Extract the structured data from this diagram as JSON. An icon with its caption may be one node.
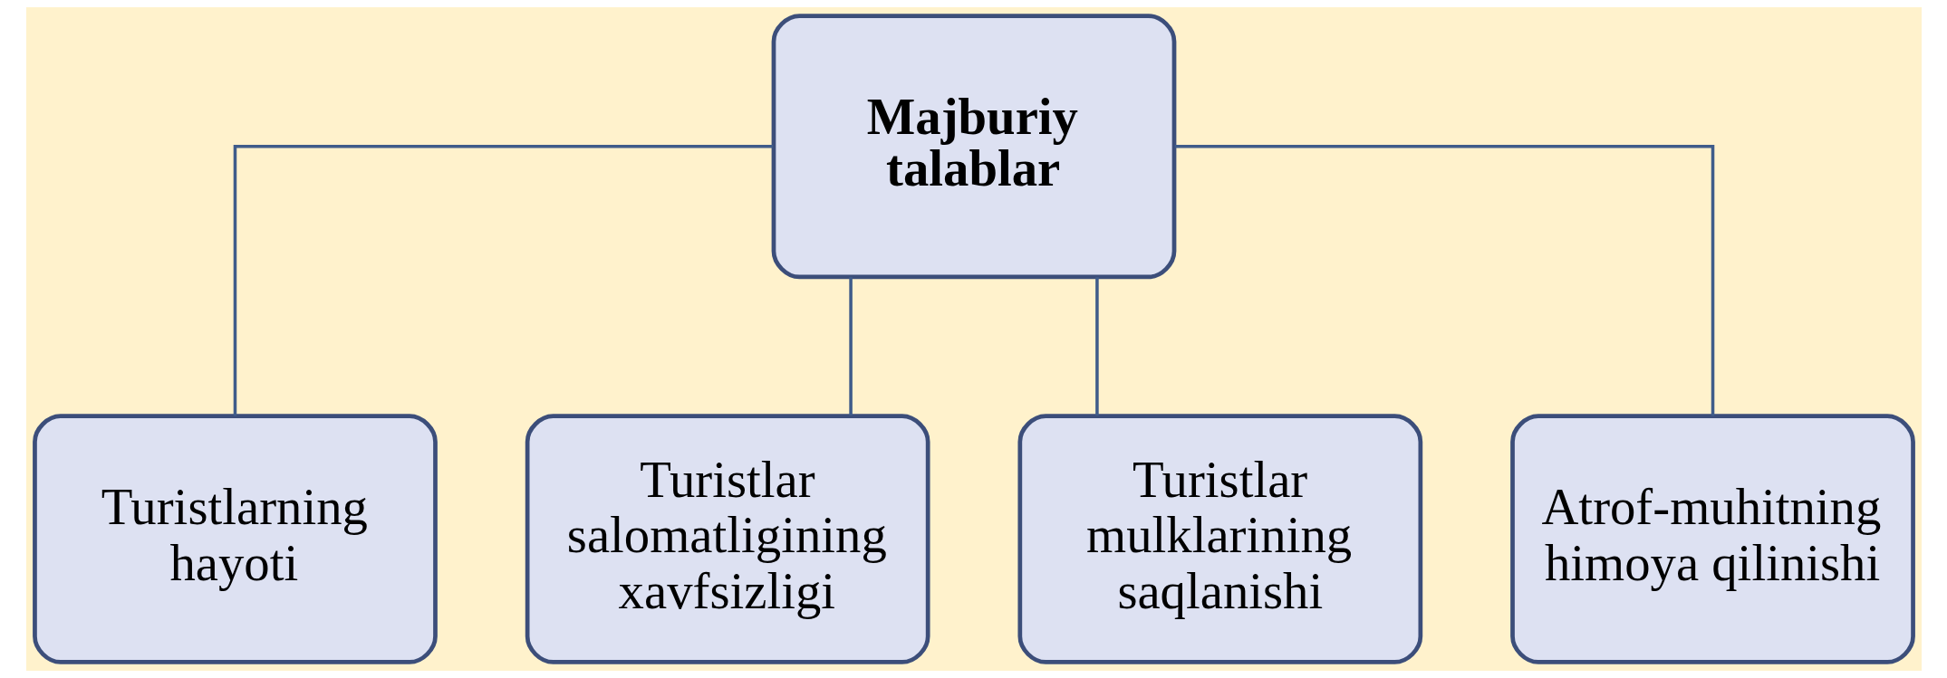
{
  "diagram": {
    "nodes": [
      {
        "text": [
          "Majburiy talablar"
        ]
      },
      {
        "text": [
          "Turistlarning hayoti"
        ]
      },
      {
        "text": [
          "Turistlar salomatligining xavfsizligi"
        ]
      },
      {
        "text": [
          "Turistlar mulklarining saqlanishi"
        ]
      },
      {
        "text": [
          "Atrof-muhitning himoya qilinishi"
        ]
      }
    ],
    "edges": [
      {
        "from": 0,
        "to": 1,
        "arrow": "none"
      },
      {
        "from": 0,
        "to": 2,
        "arrow": "none"
      },
      {
        "from": 0,
        "to": 3,
        "arrow": "none"
      },
      {
        "from": 0,
        "to": 4,
        "arrow": "none"
      }
    ]
  }
}
